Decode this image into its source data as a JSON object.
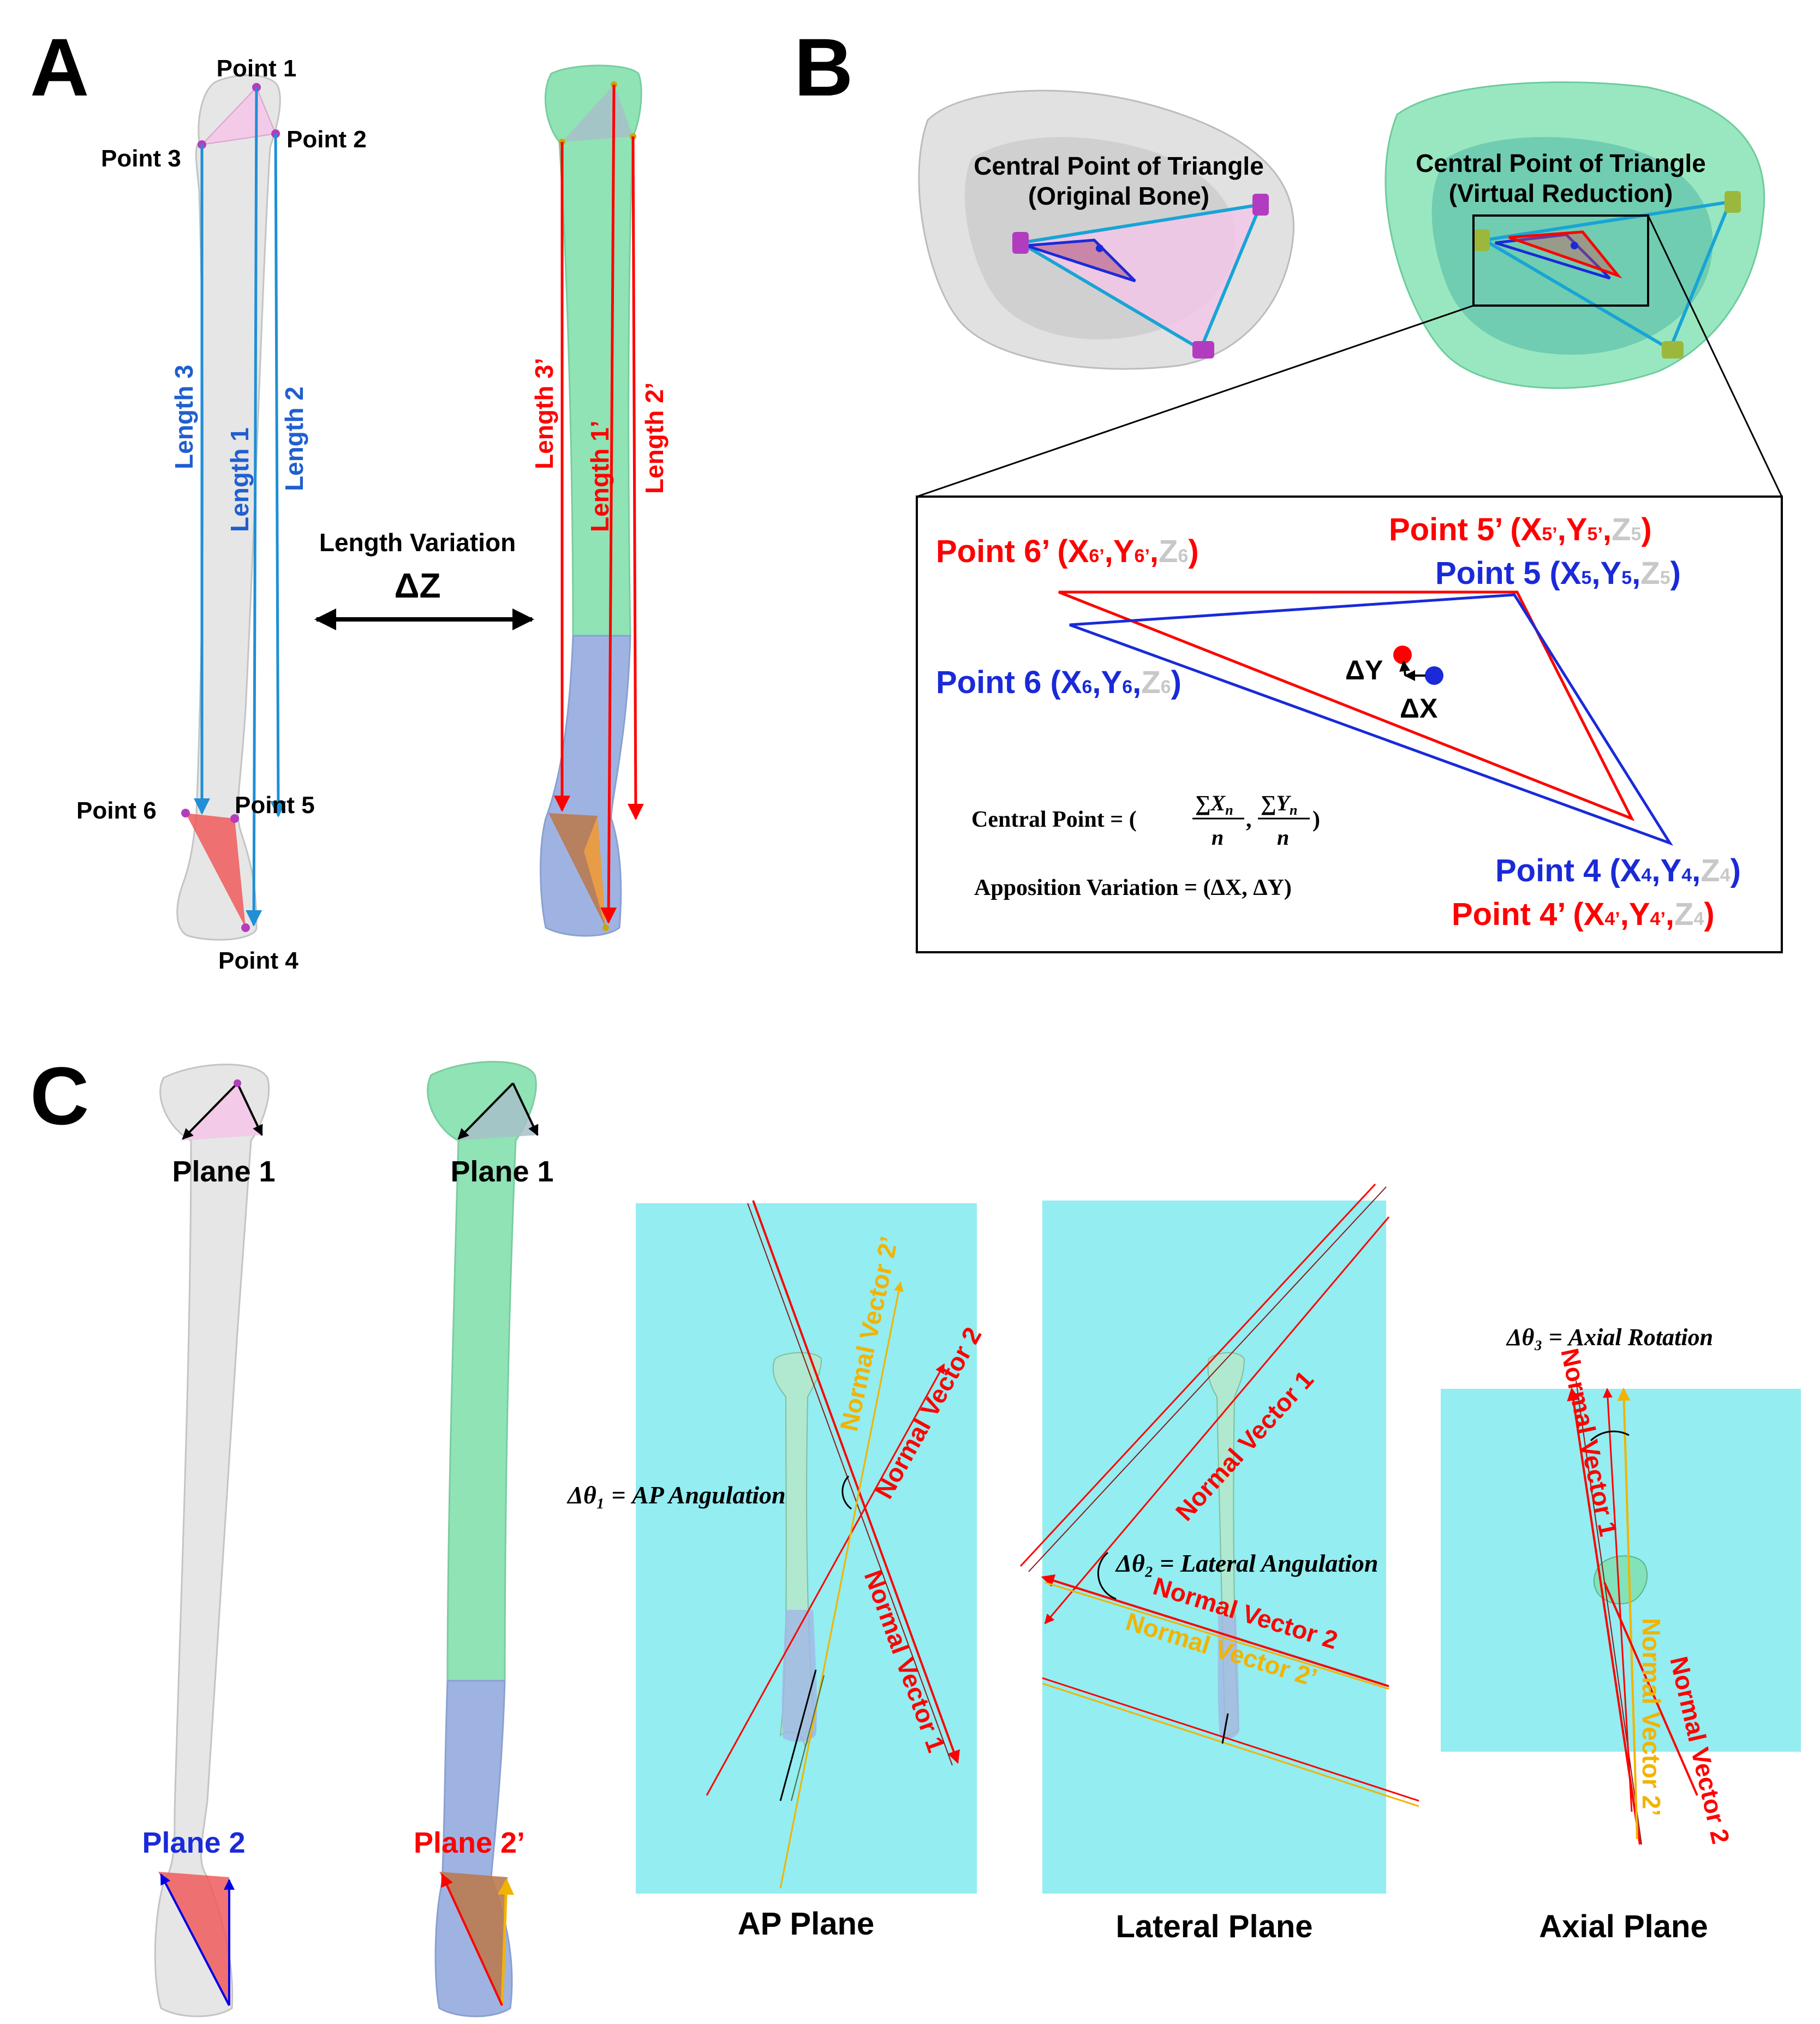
{
  "colors": {
    "bone": "#e4e4e4",
    "green_fragment": "#8fe3b5",
    "blue_fragment": "#9fb3e3",
    "plane_bg": "#93edf1",
    "red": "#ff0000",
    "blue": "#0000e6",
    "light_blue": "#1f8fd6",
    "orange": "#f2b300",
    "pink_triangle": "#f4c6e8",
    "red_triangle": "#ef5b5b"
  },
  "panel_a": {
    "letter": "A",
    "points": {
      "p1": "Point 1",
      "p2": "Point 2",
      "p3": "Point 3",
      "p4": "Point 4",
      "p5": "Point 5",
      "p6": "Point 6"
    },
    "lengths": {
      "l1": "Length 1",
      "l2": "Length 2",
      "l3": "Length 3",
      "l1p": "Length 1’",
      "l2p": "Length 2’",
      "l3p": "Length 3’"
    },
    "variation_title": "Length Variation",
    "variation_symbol": "ΔZ"
  },
  "panel_b": {
    "letter": "B",
    "central_original_line1": "Central Point of Triangle",
    "central_original_line2": "(Original Bone)",
    "central_virtual_line1": "Central Point of Triangle",
    "central_virtual_line2": "(Virtual Reduction)",
    "p6p": {
      "name": "Point 6’ (",
      "x": "X",
      "xs": "6’",
      "y": "Y",
      "ys": "6’",
      "z": "Z",
      "zs": "6",
      "end": ")"
    },
    "p5p": {
      "name": "Point 5’ (",
      "x": "X",
      "xs": "5’",
      "y": "Y",
      "ys": "5’",
      "z": "Z",
      "zs": "5",
      "end": ")"
    },
    "p5": {
      "name": "Point 5 (",
      "x": "X",
      "xs": "5",
      "y": "Y",
      "ys": "5",
      "z": "Z",
      "zs": "5",
      "end": ")"
    },
    "p6": {
      "name": "Point 6 (",
      "x": "X",
      "xs": "6",
      "y": "Y",
      "ys": "6",
      "z": "Z",
      "zs": "6",
      "end": ")"
    },
    "p4": {
      "name": "Point 4 (",
      "x": "X",
      "xs": "4",
      "y": "Y",
      "ys": "4",
      "z": "Z",
      "zs": "4",
      "end": ")"
    },
    "p4p": {
      "name": "Point 4’ (",
      "x": "X",
      "xs": "4’",
      "y": "Y",
      "ys": "4’",
      "z": "Z",
      "zs": "4",
      "end": ")"
    },
    "delta_y": "ΔY",
    "delta_x": "ΔX",
    "formula_central_lhs": "Central Point = (",
    "formula_sum_x": "∑X",
    "formula_sum_y": "∑Y",
    "formula_sub_n": "n",
    "formula_den": "n",
    "formula_comma": ",",
    "formula_close": ")",
    "formula_apposition": "Apposition Variation = (ΔX, ΔY)"
  },
  "panel_c": {
    "letter": "C",
    "plane1": "Plane 1",
    "plane1b": "Plane 1",
    "plane2": "Plane 2",
    "plane2p": "Plane 2’",
    "ap_plane": "AP Plane",
    "lateral_plane": "Lateral Plane",
    "axial_plane": "Axial Plane",
    "nv1": "Normal Vector 1",
    "nv2": "Normal Vector 2",
    "nv2p": "Normal Vector 2’",
    "theta1": "Δθ₁ = AP Angulation",
    "theta2": "Δθ₂ = Lateral Angulation",
    "theta3": "Δθ₃ = Axial Rotation"
  }
}
